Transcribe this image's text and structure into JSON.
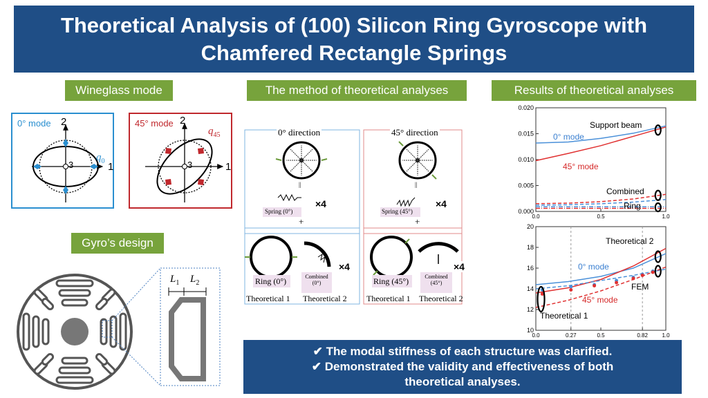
{
  "title": "Theoretical Analysis of (100) Silicon Ring Gyroscope with Chamfered Rectangle Springs",
  "sections": {
    "wineglass": "Wineglass mode",
    "method": "The method of theoretical analyses",
    "results": "Results of theoretical analyses",
    "design": "Gyro’s design"
  },
  "wineglass": {
    "mode0": {
      "label": "0° mode",
      "q_label": "q",
      "q_sub": "0",
      "axis1": "1",
      "axis2": "2",
      "axis3": "3"
    },
    "mode45": {
      "label": "45° mode",
      "q_label": "q",
      "q_sub": "45",
      "axis1": "1",
      "axis2": "2",
      "axis3": "3"
    }
  },
  "method": {
    "dir0": "0° direction",
    "dir45": "45° direction",
    "spring0": "Spring (0°)",
    "spring45": "Spring (45°)",
    "times4": "×4",
    "plus": "+",
    "equals": "||",
    "ring0": "Ring (0°)",
    "ring45": "Ring (45°)",
    "combined0_l1": "Combined",
    "combined0_l2": "(0°)",
    "combined45_l1": "Combined",
    "combined45_l2": "(45°)",
    "theo1": "Theoretical 1",
    "theo2": "Theoretical 2"
  },
  "design": {
    "L1": "L",
    "L1_sub": "1",
    "L2": "L",
    "L2_sub": "2"
  },
  "chart_data": [
    {
      "type": "line",
      "xlim": [
        0.0,
        1.0
      ],
      "ylim": [
        0.0,
        0.02
      ],
      "x_ticks": [
        "0.0",
        "0.5",
        "1.0"
      ],
      "y_ticks": [
        "0.000",
        "0.005",
        "0.010",
        "0.015",
        "0.020"
      ],
      "annotations": [
        "Support beam",
        "0° mode",
        "45° mode",
        "Combined",
        "Ring"
      ],
      "series": [
        {
          "name": "0° mode",
          "color": "#4a90d9",
          "style": "solid",
          "x": [
            0,
            0.25,
            0.5,
            0.75,
            1.0
          ],
          "y": [
            0.0132,
            0.0134,
            0.0141,
            0.0151,
            0.0165
          ]
        },
        {
          "name": "45° mode",
          "color": "#e03030",
          "style": "solid",
          "x": [
            0,
            0.25,
            0.5,
            0.75,
            1.0
          ],
          "y": [
            0.0098,
            0.0112,
            0.0127,
            0.0145,
            0.0163
          ]
        },
        {
          "name": "Combined",
          "color": "#e03030",
          "style": "dashed",
          "x": [
            0,
            0.25,
            0.5,
            0.75,
            1.0
          ],
          "y": [
            0.0015,
            0.0016,
            0.0019,
            0.0024,
            0.0033
          ]
        },
        {
          "name": "Combined",
          "color": "#4a90d9",
          "style": "dashed",
          "x": [
            0,
            0.25,
            0.5,
            0.75,
            1.0
          ],
          "y": [
            0.0012,
            0.0013,
            0.0015,
            0.0018,
            0.0023
          ]
        },
        {
          "name": "Ring",
          "color": "#4a90d9",
          "style": "dashdot",
          "x": [
            0,
            1.0
          ],
          "y": [
            0.0009,
            0.0009
          ]
        },
        {
          "name": "Ring",
          "color": "#e03030",
          "style": "dashdot",
          "x": [
            0,
            1.0
          ],
          "y": [
            0.0006,
            0.0006
          ]
        }
      ]
    },
    {
      "type": "line",
      "xlim": [
        0.0,
        1.0
      ],
      "ylim": [
        10,
        20
      ],
      "x_ticks": [
        "0.0",
        "0.27",
        "0.5",
        "0.82",
        "1.0"
      ],
      "y_ticks": [
        "10",
        "12",
        "14",
        "16",
        "18",
        "20"
      ],
      "vlines": [
        0.27,
        0.82
      ],
      "annotations": [
        "Theoretical 2",
        "0° mode",
        "FEM",
        "45° mode",
        "Theoretical 1"
      ],
      "series": [
        {
          "name": "0° mode",
          "color": "#4a90d9",
          "style": "solid",
          "x": [
            0,
            0.25,
            0.5,
            0.75,
            1.0
          ],
          "y": [
            14.4,
            14.7,
            15.2,
            16.0,
            17.4
          ]
        },
        {
          "name": "45° mode",
          "color": "#e03030",
          "style": "solid",
          "x": [
            0,
            0.25,
            0.5,
            0.75,
            1.0
          ],
          "y": [
            13.6,
            14.1,
            14.9,
            16.2,
            17.9
          ]
        },
        {
          "name": "0° mode",
          "color": "#4a90d9",
          "style": "dashed",
          "x": [
            0,
            0.25,
            0.5,
            0.75,
            1.0
          ],
          "y": [
            14.0,
            14.3,
            14.8,
            15.3,
            15.9
          ]
        },
        {
          "name": "45° mode",
          "color": "#e03030",
          "style": "dashed",
          "x": [
            0,
            0.25,
            0.5,
            0.75,
            1.0
          ],
          "y": [
            12.2,
            12.9,
            13.8,
            14.9,
            16.1
          ]
        },
        {
          "name": "FEM",
          "color": "#4a90d9",
          "style": "markers",
          "x": [
            0.05,
            0.27,
            0.45,
            0.62,
            0.75,
            0.82,
            0.9
          ],
          "y": [
            13.9,
            14.2,
            14.4,
            14.8,
            15.1,
            15.4,
            15.7
          ]
        },
        {
          "name": "FEM",
          "color": "#e03030",
          "style": "markers",
          "x": [
            0.05,
            0.27,
            0.45,
            0.62,
            0.75,
            0.82,
            0.9
          ],
          "y": [
            13.5,
            13.9,
            14.3,
            14.6,
            15.0,
            15.3,
            15.6
          ]
        }
      ]
    }
  ],
  "conclusion": {
    "line1": "✔ The modal stiffness of each structure was clarified.",
    "line2": "✔ Demonstrated the validity and effectiveness of both",
    "line3": "theoretical analyses."
  }
}
